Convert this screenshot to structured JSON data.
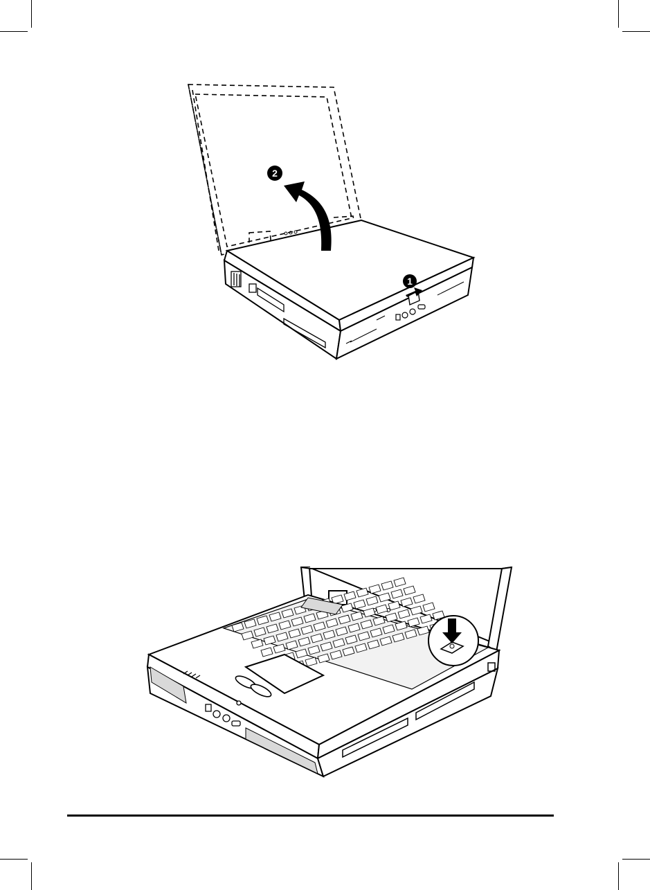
{
  "page": {
    "figures": [
      {
        "name": "open-lid-figure",
        "callouts": [
          "1",
          "2"
        ]
      },
      {
        "name": "power-button-figure"
      }
    ]
  },
  "colors": {
    "ink": "#000000",
    "paper": "#ffffff",
    "shade": "#d9d9d9"
  },
  "icons": [
    "arrow-curved-icon",
    "arrow-right-icon",
    "arrow-down-icon",
    "callout-1-icon",
    "callout-2-icon"
  ]
}
